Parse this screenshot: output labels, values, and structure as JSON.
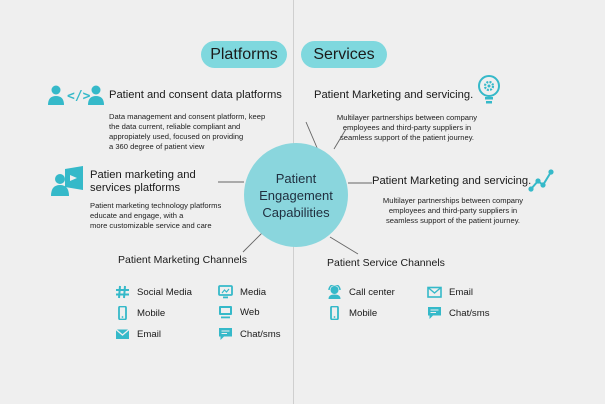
{
  "tabs": {
    "platforms": "Platforms",
    "services": "Services"
  },
  "center": {
    "line1": "Patient",
    "line2": "Engagement",
    "line3": "Capabilities"
  },
  "platforms": [
    {
      "title": "Patient and consent data platforms",
      "desc": [
        "Data management and consent platform, keep",
        "the data current, reliable compliant and",
        "appropiately used, focused on providing",
        "a 360 degree of patient view"
      ]
    },
    {
      "title_line1": "Patien marketing and",
      "title_line2": "services platforms",
      "desc": [
        "Patient marketing technology platforms",
        "educate and engage, with a",
        "more customizable service and care"
      ]
    }
  ],
  "services": [
    {
      "title": "Patient Marketing and servicing.",
      "desc": [
        "Multilayer partnerships between  company",
        "employees and third-party suppliers in",
        "seamless support of the patient journey."
      ]
    },
    {
      "title": "Patient Marketing and servicing.",
      "desc": [
        "Multilayer partnerships between  company",
        "employees and third-party suppliers in",
        "seamless support of the patient journey."
      ]
    }
  ],
  "marketing_channels": {
    "title": "Patient Marketing Channels",
    "items": [
      "Social Media",
      "Media",
      "Mobile",
      "Web",
      "Email",
      "Chat/sms"
    ]
  },
  "service_channels": {
    "title": "Patient Service Channels",
    "items": [
      "Call center",
      "Email",
      "Mobile",
      "Chat/sms"
    ]
  },
  "colors": {
    "accent": "#7fd8de",
    "icon": "#35b9c9",
    "background": "#efefef"
  }
}
